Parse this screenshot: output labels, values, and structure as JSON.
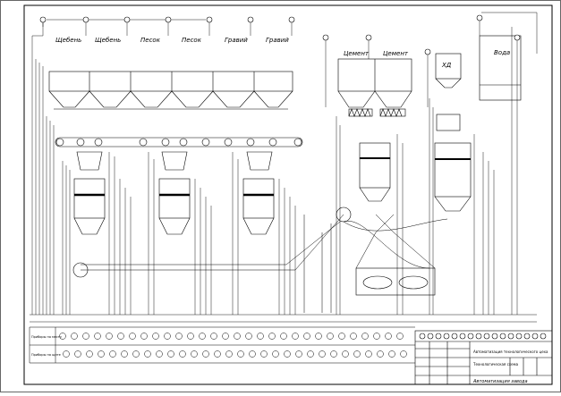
{
  "hoppers": {
    "gravel_1": "Щебень",
    "gravel_2": "Щебень",
    "sand_1": "Песок",
    "sand_2": "Песок",
    "gravel_3": "Гравий",
    "gravel_4": "Гравий",
    "cement_1": "Цемент",
    "cement_2": "Цемент",
    "additive": "ХД",
    "water": "Вода"
  },
  "legend": {
    "row_1": "Приборы по месту",
    "row_2": "Приборы на щите"
  },
  "title_block": {
    "main_title": "Автоматизация завода",
    "header_text": "Автоматизация технологического цеха",
    "sub_text": "Технологическая схема"
  },
  "colors": {
    "lines": "#000000",
    "background": "#ffffff"
  }
}
